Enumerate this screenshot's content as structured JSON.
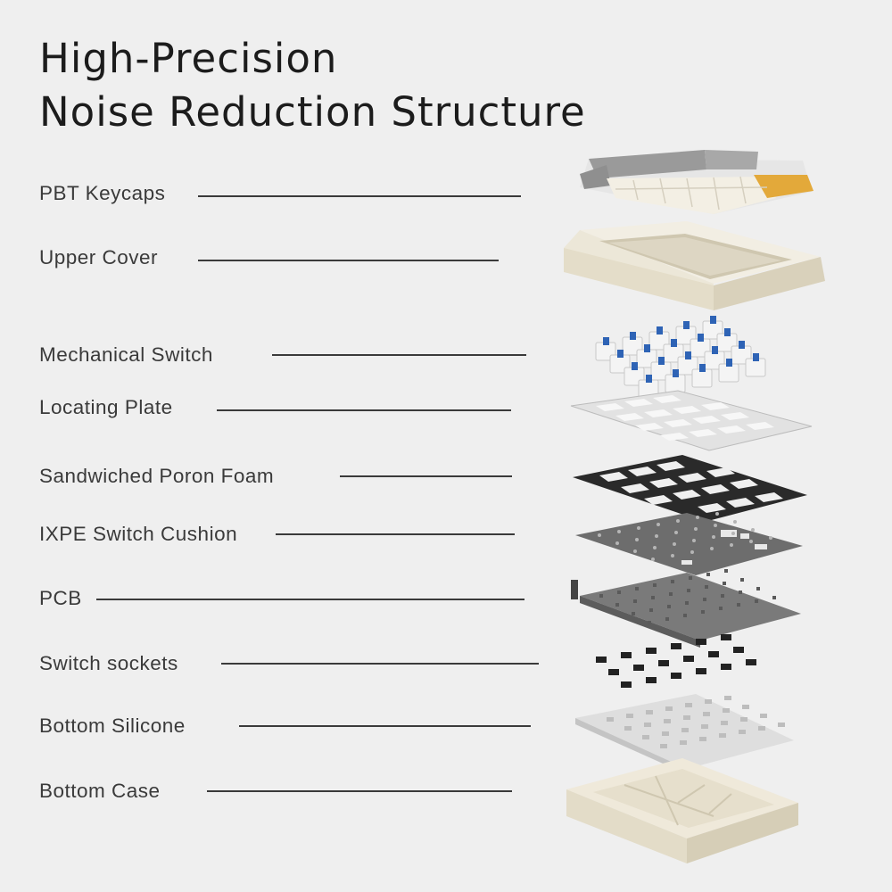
{
  "title": {
    "line1": "High-Precision",
    "line2": "Noise Reduction Structure"
  },
  "layers": [
    {
      "label": "PBT Keycaps"
    },
    {
      "label": "Upper Cover"
    },
    {
      "label": "Mechanical Switch"
    },
    {
      "label": "Locating Plate"
    },
    {
      "label": "Sandwiched Poron Foam"
    },
    {
      "label": "IXPE Switch Cushion"
    },
    {
      "label": "PCB"
    },
    {
      "label": "Switch sockets"
    },
    {
      "label": "Bottom Silicone"
    },
    {
      "label": "Bottom Case"
    }
  ],
  "colors": {
    "background": "#efefef",
    "keycap_white": "#f3efe4",
    "keycap_grey": "#9a9a9a",
    "keycap_accent": "#e3a93a",
    "cover": "#e9e3d3",
    "switch_stem": "#2e63b5",
    "plate": "#dcdcdc",
    "foam": "#2a2a2a",
    "cushion": "#6d6d6d",
    "pcb": "#7a7a7a",
    "socket": "#222222",
    "silicone": "#dedede",
    "bottom_case": "#e6dfcc"
  }
}
